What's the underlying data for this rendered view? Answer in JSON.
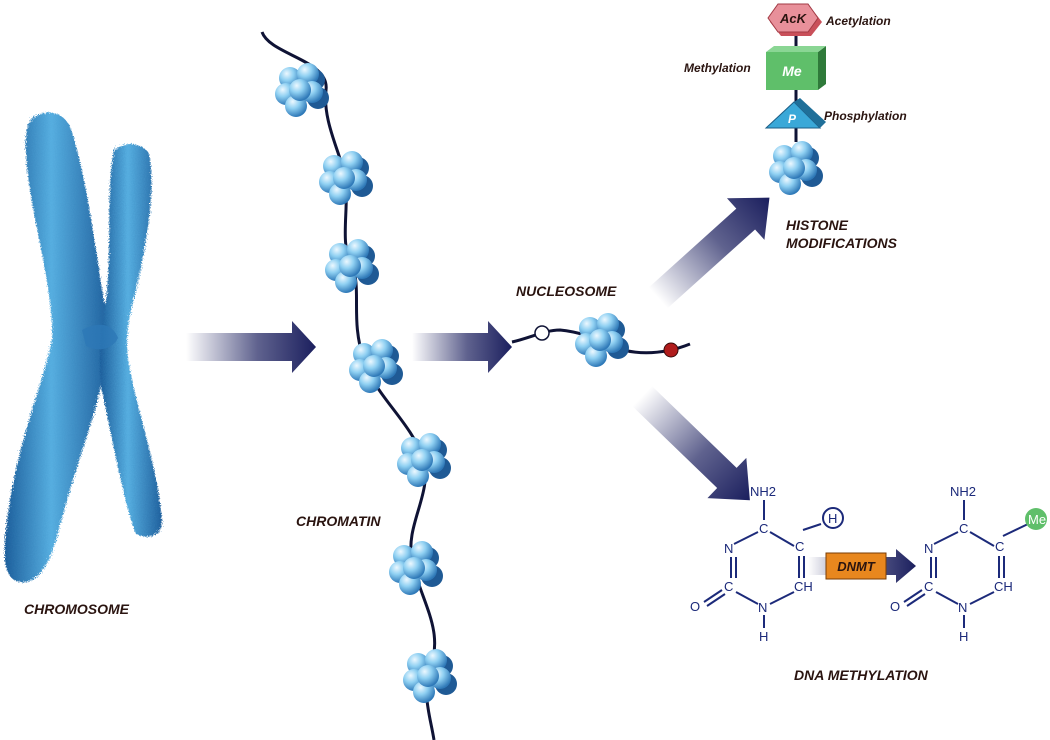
{
  "labels": {
    "chromosome": "CHROMOSOME",
    "chromatin": "CHROMATIN",
    "nucleosome": "NUCLEOSOME",
    "histone_line1": "HISTONE",
    "histone_line2": "MODIFICATIONS",
    "dna_methylation": "DNA METHYLATION"
  },
  "modifications": {
    "acetylation_symbol": "AcK",
    "acetylation_label": "Acetylation",
    "methylation_symbol": "Me",
    "methylation_label": "Methylation",
    "phospho_symbol": "P",
    "phospho_label": "Phosphylation"
  },
  "cytosine_left": {
    "nh2": "NH2",
    "c4": "C",
    "c5": "C",
    "n3": "N",
    "c2": "C",
    "c6": "CH",
    "n1": "N",
    "h": "H",
    "o": "O",
    "group": "H"
  },
  "cytosine_right": {
    "nh2": "NH2",
    "c4": "C",
    "c5": "C",
    "n3": "N",
    "c2": "C",
    "c6": "CH",
    "n1": "N",
    "h": "H",
    "o": "O",
    "group": "Me"
  },
  "enzyme": "DNMT",
  "colors": {
    "arrow_navy": "#1b1f5e",
    "histone_blue": "#7cc3ea",
    "chromosome_blue": "#3f8fc9",
    "acetyl_red": "#e0707a",
    "methyl_green": "#5fbf6a",
    "phospho_cyan": "#3aa8d8",
    "dnmt_orange": "#e8871e",
    "text_dark": "#2a1410"
  }
}
